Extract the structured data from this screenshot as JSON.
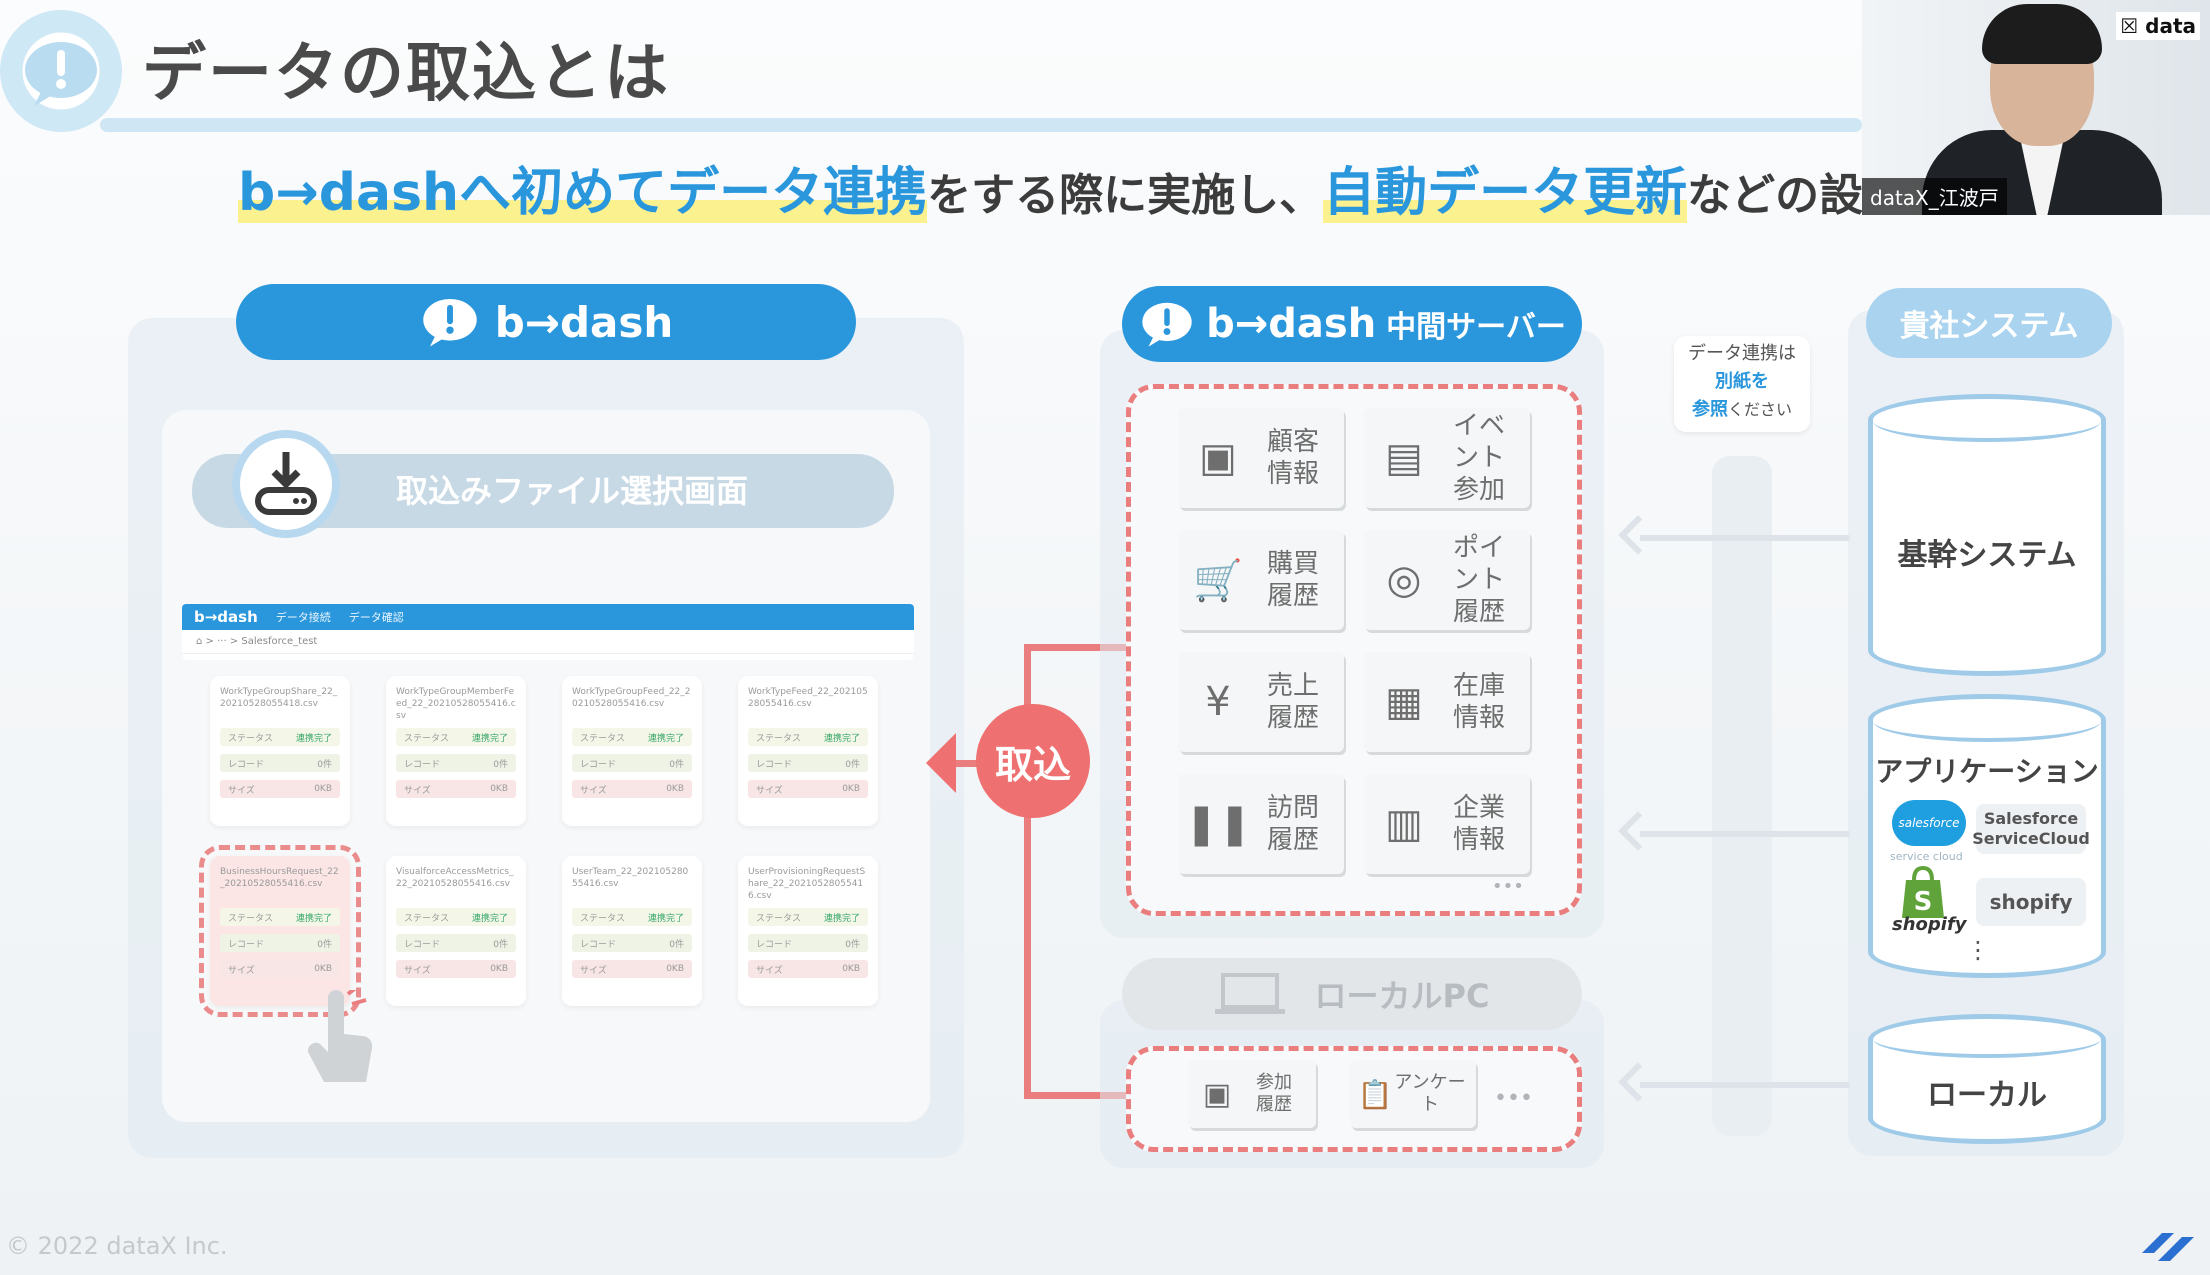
{
  "header": {
    "title": "データの取込とは",
    "subtitle": {
      "hl1": "b→dashへ初めてデータ連携",
      "mid": "をする際に実施し、",
      "hl2": "自動データ更新",
      "end": "などの設定"
    }
  },
  "webcam": {
    "brand": "data",
    "name": "dataX_江波戸"
  },
  "left_panel": {
    "brand": "b→dash",
    "selector_label": "取込みファイル選択画面",
    "mini_app": {
      "logo": "b→dash",
      "tabs": [
        "データ接続",
        "データ確認"
      ],
      "path": "⌂ > ··· > Salesforce_test"
    },
    "cards": [
      {
        "file": "WorkTypeGroupShare_22_20210528055418.csv",
        "rows": [
          "ステータス",
          "レコード",
          "サイズ"
        ],
        "vals": [
          "連携完了",
          "0件",
          "0KB"
        ]
      },
      {
        "file": "WorkTypeGroupMemberFeed_22_20210528055416.csv",
        "rows": [
          "ステータス",
          "レコード",
          "サイズ"
        ],
        "vals": [
          "連携完了",
          "0件",
          "0KB"
        ]
      },
      {
        "file": "WorkTypeGroupFeed_22_20210528055416.csv",
        "rows": [
          "ステータス",
          "レコード",
          "サイズ"
        ],
        "vals": [
          "連携完了",
          "0件",
          "0KB"
        ]
      },
      {
        "file": "WorkTypeFeed_22_20210528055416.csv",
        "rows": [
          "ステータス",
          "レコード",
          "サイズ"
        ],
        "vals": [
          "連携完了",
          "0件",
          "0KB"
        ]
      },
      {
        "file": "BusinessHoursRequest_22_20210528055416.csv",
        "rows": [
          "ステータス",
          "レコード",
          "サイズ"
        ],
        "vals": [
          "連携完了",
          "0件",
          "0KB"
        ]
      },
      {
        "file": "VisualforceAccessMetrics_22_20210528055416.csv",
        "rows": [
          "ステータス",
          "レコード",
          "サイズ"
        ],
        "vals": [
          "連携完了",
          "0件",
          "0KB"
        ]
      },
      {
        "file": "UserTeam_22_20210528055416.csv",
        "rows": [
          "ステータス",
          "レコード",
          "サイズ"
        ],
        "vals": [
          "連携完了",
          "0件",
          "0KB"
        ]
      },
      {
        "file": "UserProvisioningRequestShare_22_20210528055416.csv",
        "rows": [
          "ステータス",
          "レコード",
          "サイズ"
        ],
        "vals": [
          "連携完了",
          "0件",
          "0KB"
        ]
      }
    ]
  },
  "connector": {
    "label": "取込"
  },
  "server": {
    "brand": "b→dash",
    "title": "中間サーバー",
    "tiles": [
      {
        "label": "顧客\n情報",
        "icon": "person-card-icon"
      },
      {
        "label": "イベント\n参加",
        "icon": "event-card-icon"
      },
      {
        "label": "購買\n履歴",
        "icon": "cart-icon"
      },
      {
        "label": "ポイント\n履歴",
        "icon": "coins-icon"
      },
      {
        "label": "売上\n履歴",
        "icon": "money-bag-icon"
      },
      {
        "label": "在庫\n情報",
        "icon": "boxes-icon"
      },
      {
        "label": "訪問\n履歴",
        "icon": "footprints-icon"
      },
      {
        "label": "企業\n情報",
        "icon": "building-icon"
      }
    ],
    "more": "•••"
  },
  "local_pc": {
    "title": "ローカルPC",
    "tiles": [
      {
        "label": "参加\n履歴",
        "icon": "person-card-icon"
      },
      {
        "label": "アンケート",
        "icon": "clipboard-icon"
      }
    ],
    "more": "•••"
  },
  "note": {
    "line1": "データ連携は",
    "bold1": "別紙を",
    "bold2": "参照",
    "tail": "ください"
  },
  "company": {
    "title": "貴社システム",
    "core": "基幹システム",
    "app": "アプリケーション",
    "salesforce_cloud": "salesforce",
    "salesforce_sub": "service cloud",
    "salesforce_chip": "Salesforce\nServiceCloud",
    "shopify_logo": "shopify",
    "shopify_chip": "shopify",
    "app_more": "⋮",
    "local": "ローカル"
  },
  "footer": {
    "copyright": "© 2022 dataX Inc."
  },
  "colors": {
    "accent": "#2a97dd",
    "highlight": "#fbf28f",
    "import": "#ee7070"
  }
}
